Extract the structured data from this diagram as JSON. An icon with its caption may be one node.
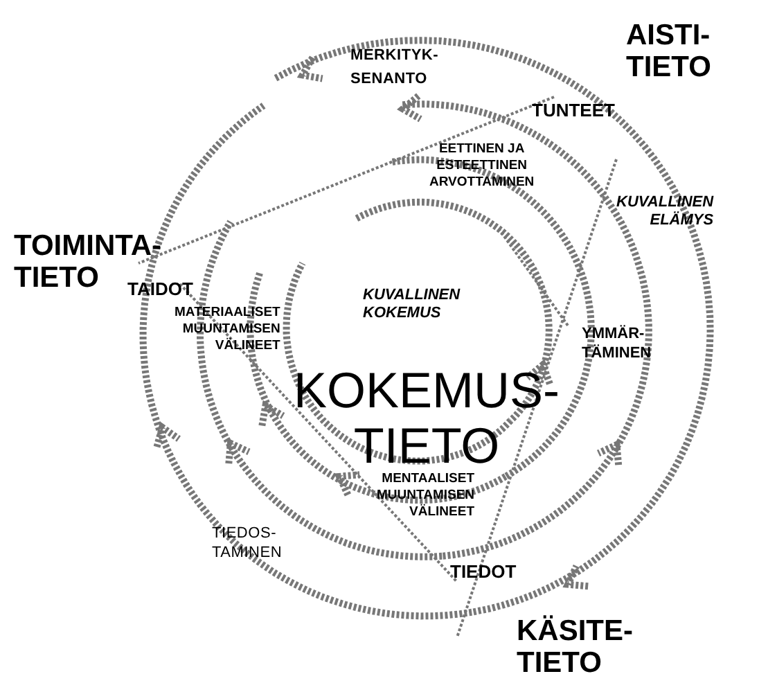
{
  "diagram": {
    "labels": [
      "MERKITYK- SENANTO",
      "AISTI- TIETO",
      "TUNTEET",
      "EETTINEN JA ESTEETTINEN ARVOTTAMINEN",
      "KUVALLINEN ELÄMYS",
      "TOIMINTA- TIETO",
      "TAIDOT",
      "MATERIAALISET MUUNTAMISEN VÄLINEET",
      "KUVALLINEN KOKEMUS",
      "YMMÄR- TÄMINEN",
      "KOKEMUS- TIETO",
      "MENTAALISET MUUNTAMISEN VÄLINEET",
      "TIEDOS- TAMINEN",
      "TIEDOT",
      "KÄSITE- TIETO"
    ]
  }
}
